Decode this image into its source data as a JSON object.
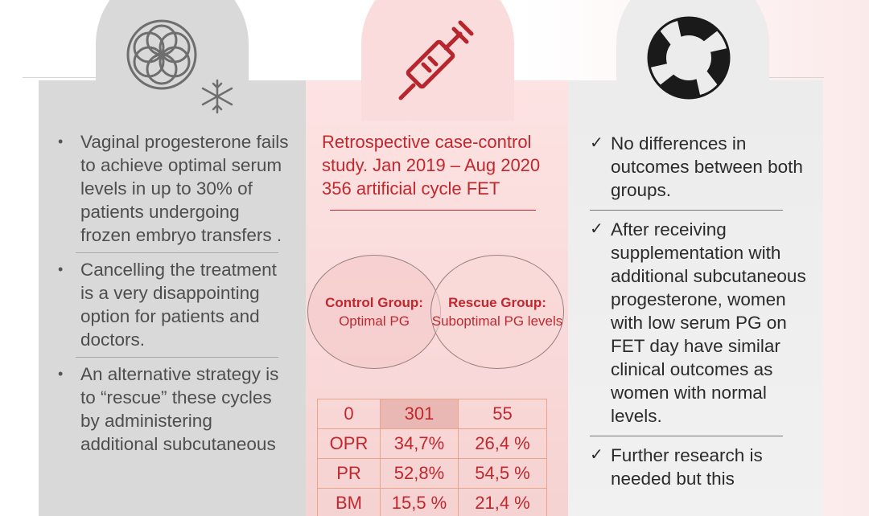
{
  "left": {
    "bullets": [
      "Vaginal progesterone fails to achieve optimal serum levels in up to 30% of patients undergoing frozen embryo transfers .",
      "Cancelling the treatment is a very disappointing option for patients and doctors.",
      "An alternative strategy is to “rescue” these cycles by administering additional subcutaneous"
    ],
    "icons": [
      "flower-of-life-icon",
      "snowflake-icon"
    ]
  },
  "middle": {
    "study": "Retrospective case-control study. Jan 2019 – Aug 2020 356 artificial cycle FET",
    "control": {
      "title": "Control Group:",
      "sub": "Optimal PG"
    },
    "rescue": {
      "title": "Rescue Group:",
      "sub": "Suboptimal PG levels"
    },
    "table": {
      "header": [
        "0",
        "301",
        "55"
      ],
      "rows": [
        [
          "OPR",
          "34,7%",
          "26,4 %"
        ],
        [
          "PR",
          "52,8%",
          "54,5 %"
        ],
        [
          "BM",
          "15,5 %",
          "21,4 %"
        ]
      ]
    },
    "icon": "syringe-icon"
  },
  "right": {
    "checks": [
      "No differences in outcomes between both groups.",
      "After receiving supplementation with additional subcutaneous progesterone, women with low serum PG on FET day have similar clinical outcomes as women with normal levels.",
      "Further research is needed but this"
    ],
    "icon": "lifebuoy-icon"
  },
  "colors": {
    "accent_red": "#c0282e",
    "grey_panel": "#d9d9d9",
    "pink_panel": "#fbdcdc"
  }
}
